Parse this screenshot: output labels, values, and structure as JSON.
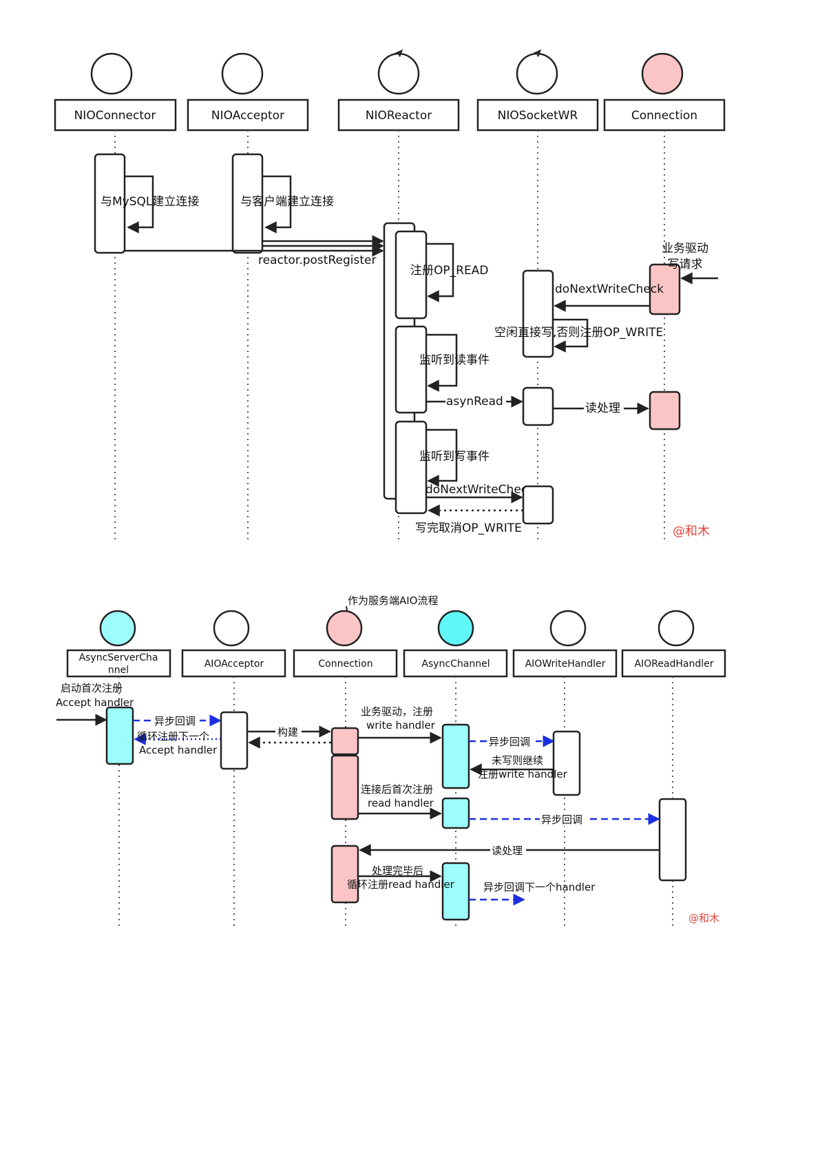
{
  "colors": {
    "pink": "#fcc5c5",
    "cyan": "#9dfcfc",
    "cyan_bright": "#5ff7f7",
    "white": "#ffffff",
    "blue": "#1a2fe0",
    "watermark": "#e0443a"
  },
  "diagram1": {
    "participants": [
      "NIOConnector",
      "NIOAcceptor",
      "NIOReactor",
      "NIOSocketWR",
      "Connection"
    ],
    "messages": {
      "connect_mysql": "与MySQL建立连接",
      "connect_client": "与客户端建立连接",
      "post_register": "reactor.postRegister",
      "register_read": "注册OP_READ",
      "business_write_1": "业务驱动",
      "business_write_2": "写请求",
      "do_next_write_check": "doNextWriteCheck",
      "idle_write": "空闲直接写,否则注册OP_WRITE",
      "listen_read": "监听到读事件",
      "asyn_read": "asynRead",
      "read_process": "读处理",
      "listen_write": "监听到写事件",
      "do_next_write_check_2": "doNextWriteChec",
      "cancel_write": "写完取消OP_WRITE"
    },
    "watermark": "@和木"
  },
  "diagram2": {
    "title": "作为服务端AIO流程",
    "participants": [
      "AsyncServerCha\nnnel",
      "AIOAcceptor",
      "Connection",
      "AsyncChannel",
      "AIOWriteHandler",
      "AIOReadHandler"
    ],
    "participant_line1": "AsyncServerCha",
    "participant_line2": "nnel",
    "messages": {
      "start_register_1": "启动首次注册",
      "start_register_2": "Accept handler",
      "async_callback": "异步回调",
      "loop_register_1": "循环注册下一个",
      "loop_register_2": "Accept handler",
      "build": "构建",
      "business_register_1": "业务驱动，注册",
      "business_register_2": "write handler",
      "async_callback_2": "异步回调",
      "not_written_1": "未写则继续",
      "not_written_2": "注册write handler",
      "connect_register_1": "连接后首次注册",
      "connect_register_2": "read handler",
      "async_callback_3": "异步回调",
      "read_process": "读处理",
      "after_process_1": "处理完毕后",
      "after_process_2": "循环注册read handler",
      "async_next": "异步回调下一个handler"
    },
    "watermark": "@和木"
  }
}
